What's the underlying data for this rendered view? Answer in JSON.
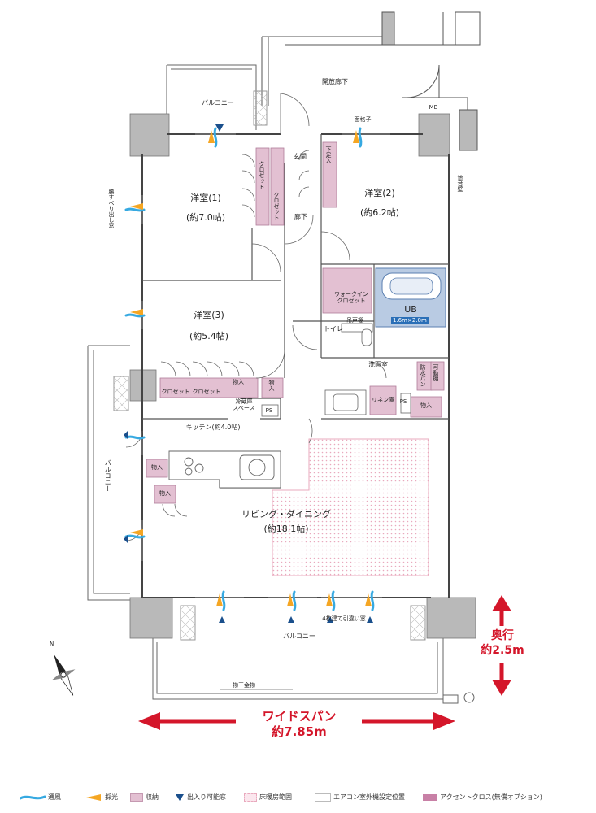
{
  "rooms": {
    "balcony_top_left": "バルコニー",
    "open_corridor": "開放廊下",
    "mb": "MB",
    "face_grille": "面格子",
    "soundproof_wall": "遮音壁",
    "entrance": "玄関",
    "shoe_storage": "下足入",
    "hallway": "廊下",
    "closet_a": "クロゼット",
    "closet_b": "クロゼット",
    "western1": {
      "name": "洋室(1)",
      "size": "(約7.0帖)"
    },
    "western2": {
      "name": "洋室(2)",
      "size": "(約6.2帖)"
    },
    "western3": {
      "name": "洋室(3)",
      "size": "(約5.4帖)"
    },
    "slip_window": "腰すべり出し窓",
    "walkin_closet": "ウォークイン\nクロゼット",
    "ub": "UB",
    "ub_size": "1.6m×2.0m",
    "toilet": "トイレ",
    "hanging_shelf": "吊戸棚",
    "washroom": "洗面室",
    "waterproof_pan": "防水パン",
    "movable_shelf": "可動棚",
    "linen_shelf": "リネン庫",
    "ps1": "PS",
    "ps2": "PS",
    "storage1": "物入",
    "storage2": "物入",
    "storage3": "物入",
    "storage4": "物入",
    "storage5": "物入",
    "closet_c": "クロゼット",
    "closet_d": "クロゼット",
    "fridge_space": "冷蔵庫\nスペース",
    "kitchen": "キッチン(約4.0帖)",
    "living": {
      "name": "リビング・ダイニング",
      "size": "(約18.1帖)"
    },
    "balcony_left": "バルコニー",
    "balcony_bottom": "バルコニー",
    "sliding_window": "4枚建て引違い窓",
    "clothes_rack": "物干金物"
  },
  "compass": "N",
  "dimensions": {
    "depth": "奥行",
    "depth_value": "約2.5m",
    "span": "ワイドスパン",
    "span_value": "約7.85m"
  },
  "legend": {
    "ventilation": "通風",
    "daylight": "採光",
    "storage": "収納",
    "access_window": "出入り可能窓",
    "floor_heating": "床暖房範囲",
    "ac_unit": "エアコン室外機設定位置",
    "accent_cloth": "アクセントクロス(無償オプション)"
  },
  "colors": {
    "storage": "#e3c0d2",
    "accent": "#c880a6",
    "ub_fill": "#b9cbe3",
    "floor_heating": "#e9a9bd",
    "ventilation": "#36a9e1",
    "daylight": "#f5a623",
    "access": "#1a4f8c",
    "dim_red": "#d4162a",
    "wall": "#b9b9b9"
  }
}
